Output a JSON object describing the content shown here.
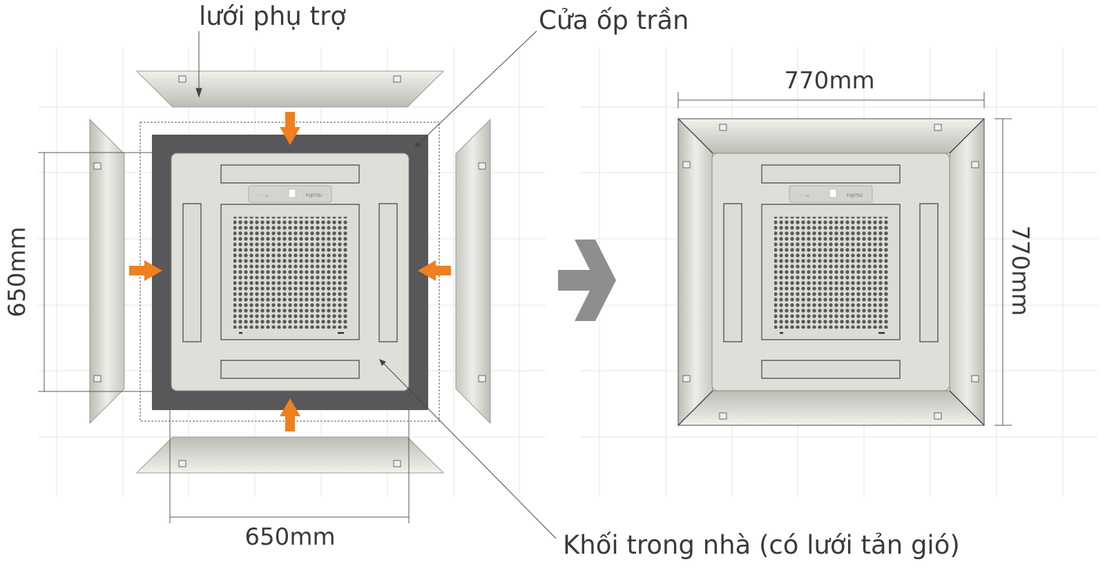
{
  "labels": {
    "auxiliary_grille": "lưới phụ trợ",
    "ceiling_panel": "Cửa ốp trần",
    "indoor_unit": "Khối trong nhà (có lưới tản gió)",
    "dim_left_height": "650mm",
    "dim_left_width": "650mm",
    "dim_right_width": "770mm",
    "dim_right_height": "770mm",
    "brand": "FUJITSU"
  },
  "colors": {
    "panel_gray": "#d9d8d2",
    "frame_dark": "#58585a",
    "arrow_orange": "#f07f1f",
    "big_arrow_gray": "#8e8e90",
    "grid_line": "#e4e4e4"
  }
}
